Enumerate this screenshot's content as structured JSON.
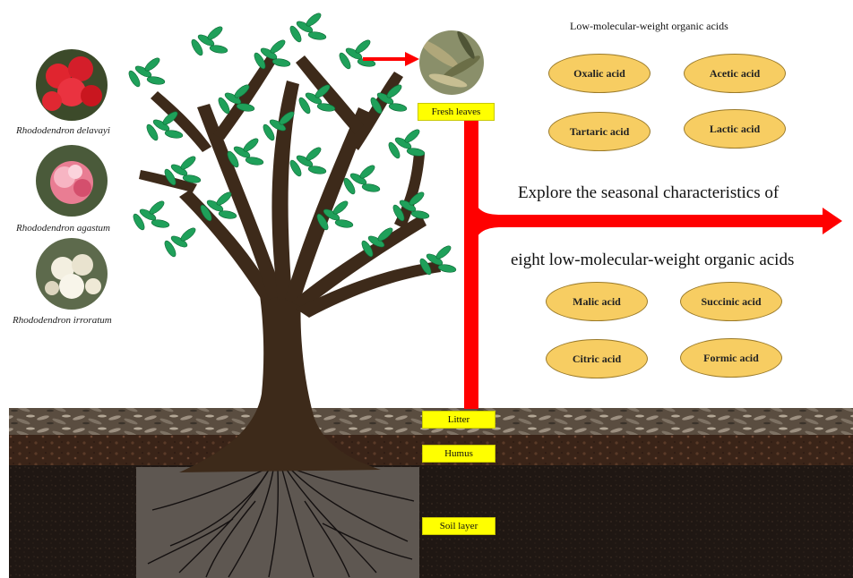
{
  "species": [
    {
      "name": "Rhododendron delavayi"
    },
    {
      "name": "Rhododendron agastum"
    },
    {
      "name": "Rhododendron irroratum"
    }
  ],
  "labels": {
    "fresh_leaves": "Fresh leaves",
    "litter": "Litter",
    "humus": "Humus",
    "soil_layer": "Soil layer"
  },
  "acids_title": "Low-molecular-weight  organic acids",
  "explore_line1": "Explore the seasonal characteristics of",
  "explore_line2": "eight low-molecular-weight  organic acids",
  "acids_top": [
    "Oxalic acid",
    "Acetic acid",
    "Tartaric  acid",
    "Lactic acid"
  ],
  "acids_bottom": [
    "Malic acid",
    "Succinic  acid",
    "Citric acid",
    "Formic acid"
  ],
  "colors": {
    "arrow": "#ff0000",
    "acid_fill": "#f7cd62",
    "tag_fill": "#ffff00",
    "leaf": "#1fa05a",
    "trunk": "#3d2a1a"
  }
}
